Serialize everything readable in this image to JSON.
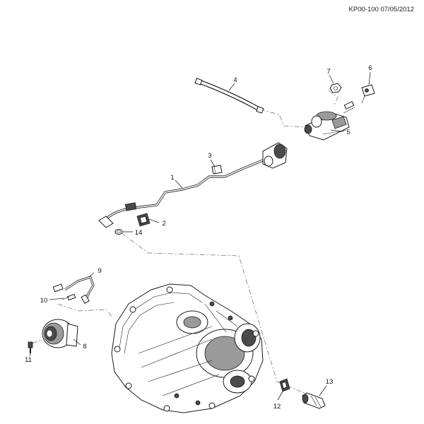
{
  "document": {
    "reference": "KP00-100 07/05/2012"
  },
  "callouts": [
    {
      "id": "c1",
      "label": "1"
    },
    {
      "id": "c2",
      "label": "2"
    },
    {
      "id": "c3",
      "label": "3"
    },
    {
      "id": "c4",
      "label": "4"
    },
    {
      "id": "c5",
      "label": "5"
    },
    {
      "id": "c6",
      "label": "6"
    },
    {
      "id": "c7",
      "label": "7"
    },
    {
      "id": "c8",
      "label": "8"
    },
    {
      "id": "c9",
      "label": "9"
    },
    {
      "id": "c10",
      "label": "10"
    },
    {
      "id": "c11",
      "label": "11"
    },
    {
      "id": "c12",
      "label": "12"
    },
    {
      "id": "c13",
      "label": "13"
    },
    {
      "id": "c14",
      "label": "14"
    }
  ]
}
